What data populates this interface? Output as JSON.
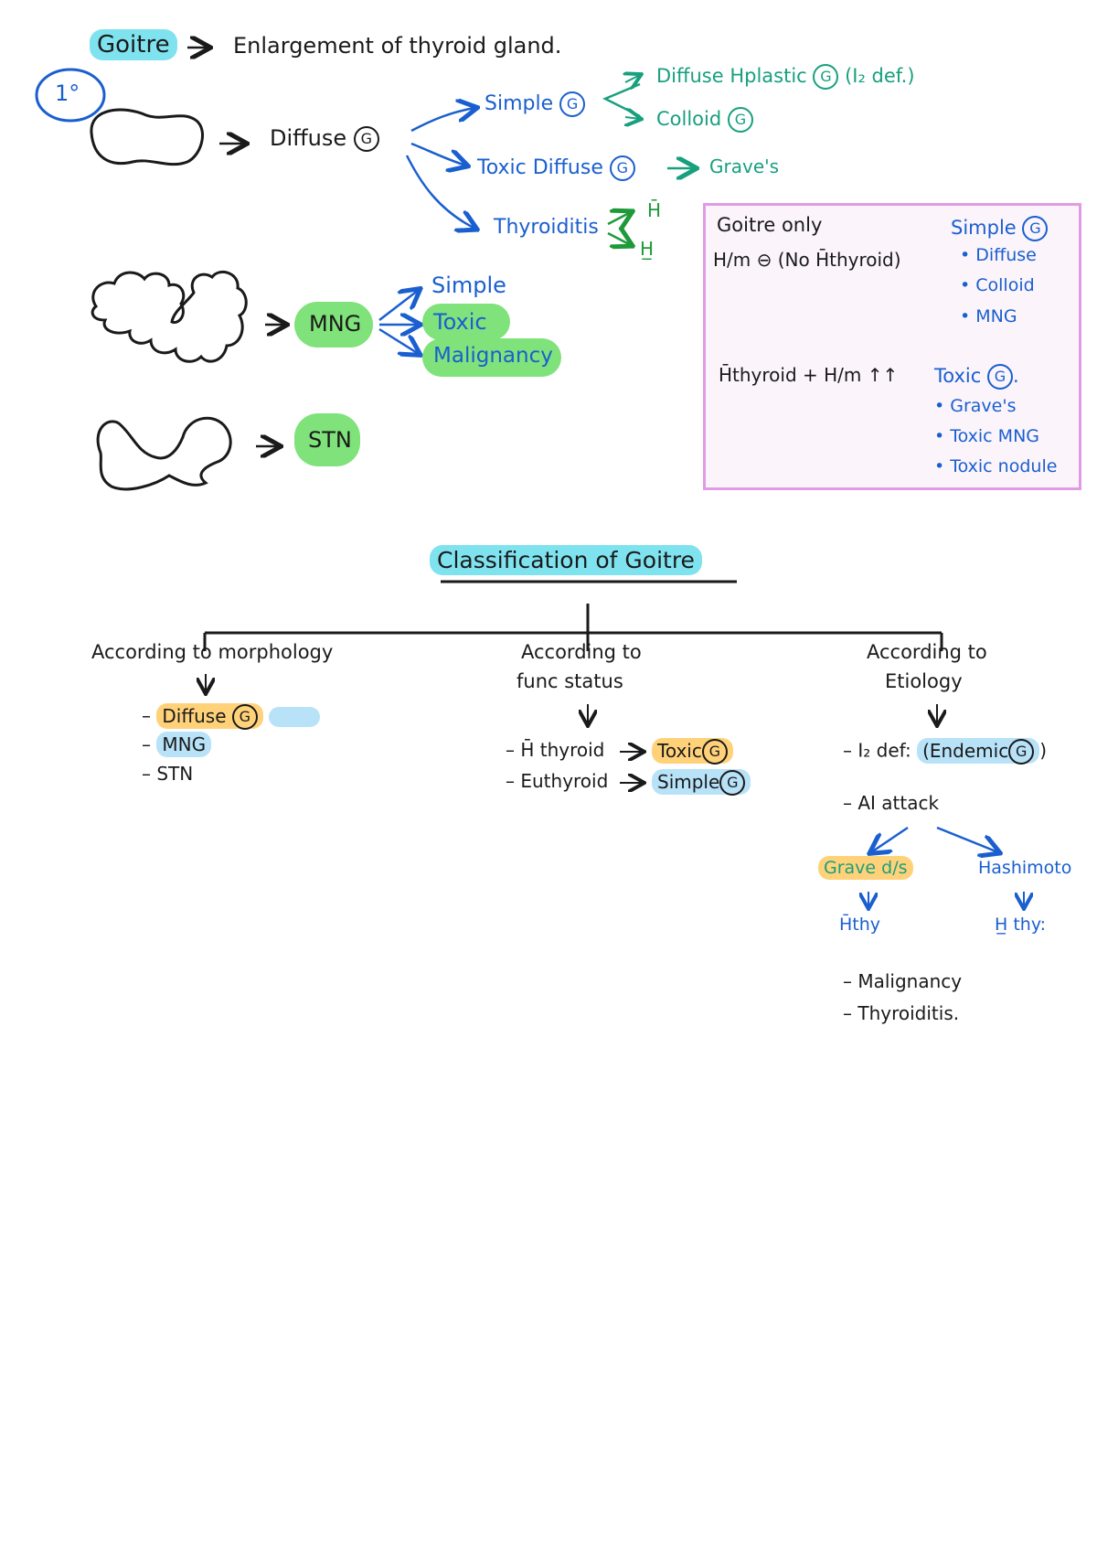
{
  "header": {
    "goitre": "Goitre",
    "definition": "Enlargement of thyroid gland.",
    "badge": "1°"
  },
  "diffuse_branch": {
    "diffuse": "Diffuse",
    "g": "G",
    "simple": "Simple",
    "diffuse_hyperplastic": "Diffuse Hplastic",
    "i2_def": "(I₂ def.)",
    "colloid": "Colloid",
    "toxic_diffuse": "Toxic Diffuse",
    "graves": "Grave's",
    "thyroiditis": "Thyroiditis",
    "hyper": "H̄",
    "hypo": "H̲"
  },
  "mng_branch": {
    "mng": "MNG",
    "simple": "Simple",
    "toxic": "Toxic",
    "malignancy": "Malignancy"
  },
  "stn_branch": {
    "stn": "STN"
  },
  "box": {
    "line1": "Goitre only",
    "line2": "H/m ⊖ (No H̄thyroid)",
    "simple": "Simple",
    "s_items": [
      "• Diffuse",
      "• Colloid",
      "• MNG"
    ],
    "line3": "H̄thyroid + H/m ↑↑",
    "toxic": "Toxic",
    "t_items": [
      "• Grave's",
      "• Toxic MNG",
      "• Toxic nodule"
    ]
  },
  "classification": {
    "title": "Classification of Goitre",
    "morph": {
      "heading": "According to morphology",
      "items": [
        "Diffuse",
        "MNG",
        "STN"
      ]
    },
    "func": {
      "heading1": "According to",
      "heading2": "func status",
      "hyper": "H̄ thyroid",
      "toxic": "Toxic",
      "euthyroid": "Euthyroid",
      "simple": "Simple"
    },
    "etio": {
      "heading1": "According to",
      "heading2": "Etiology",
      "i2": "I₂ def:",
      "endemic": "(Endemic",
      "ai": "AI attack",
      "grave": "Grave d/s",
      "hashimoto": "Hashimoto",
      "hyper": "H̄thy",
      "hypo": "H̲ thy:",
      "malignancy": "Malignancy",
      "thyroiditis": "Thyroiditis."
    }
  }
}
